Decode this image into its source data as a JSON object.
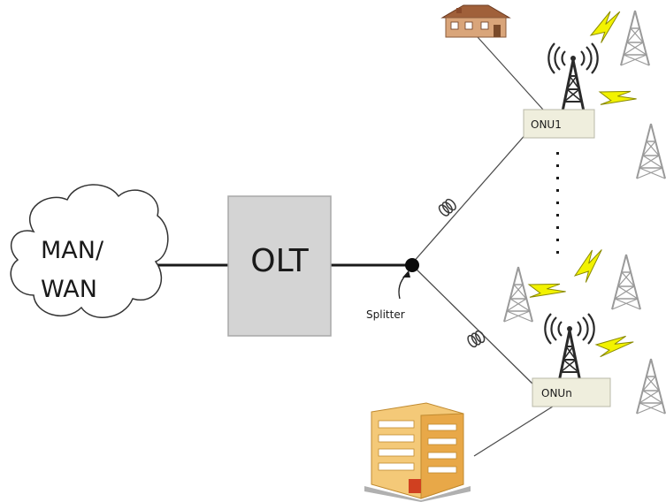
{
  "cloud": {
    "line1": "MAN/",
    "line2": "WAN"
  },
  "olt": {
    "label": "OLT"
  },
  "splitter": {
    "label": "Splitter"
  },
  "onu_top": {
    "label": "ONU1"
  },
  "onu_bottom": {
    "label": "ONUn"
  },
  "colors": {
    "box_fill": "#d4d4d4",
    "box_stroke": "#a8a8a8",
    "onu_fill": "#efeedd",
    "bolt": "#f2f200",
    "line": "#4a4a4a"
  }
}
